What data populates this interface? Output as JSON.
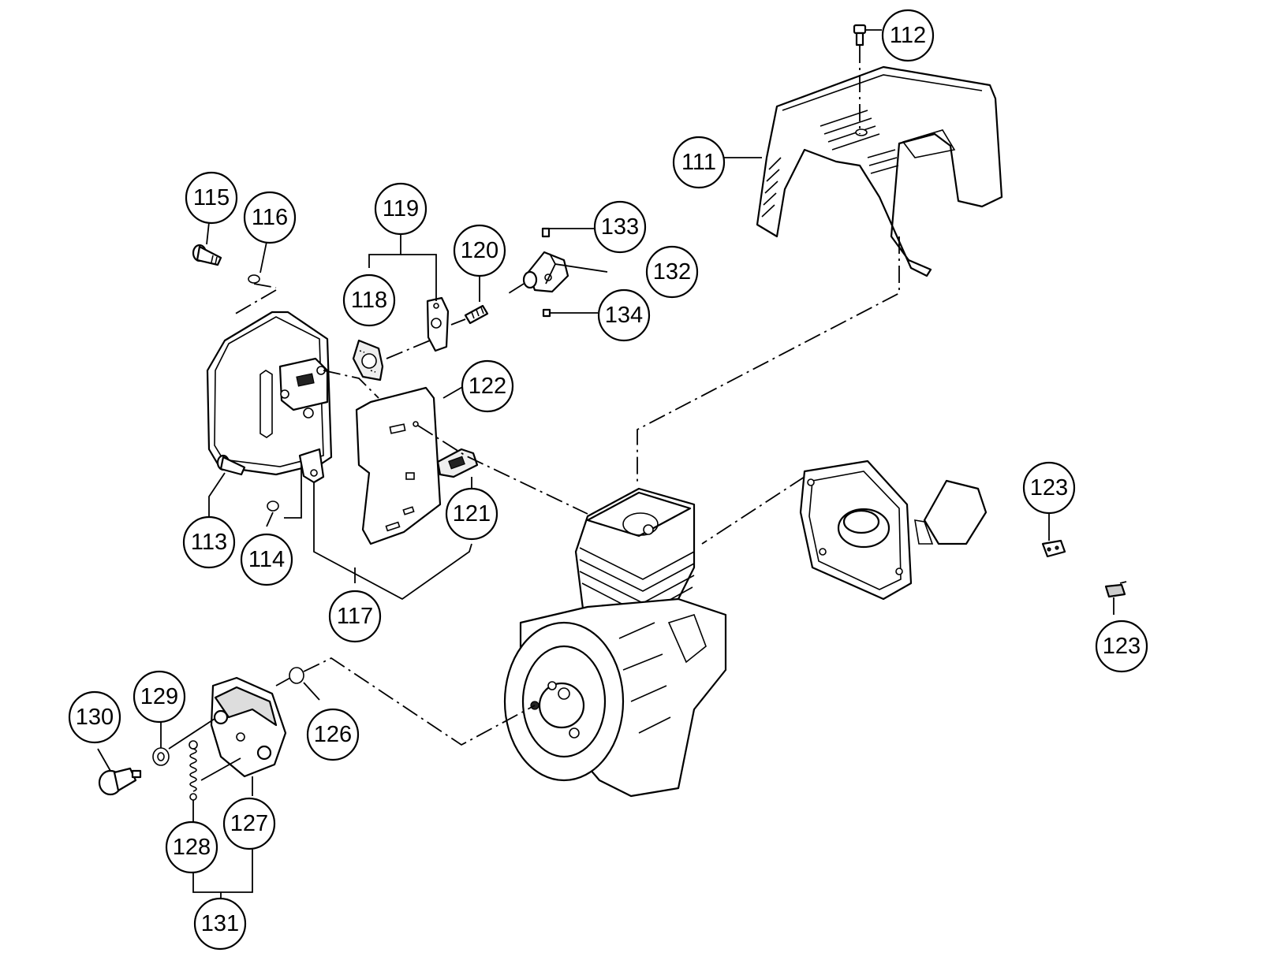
{
  "diagram": {
    "callouts": [
      {
        "id": "c111",
        "label": "111"
      },
      {
        "id": "c112",
        "label": "112"
      },
      {
        "id": "c115",
        "label": "115"
      },
      {
        "id": "c116",
        "label": "116"
      },
      {
        "id": "c119",
        "label": "119"
      },
      {
        "id": "c120",
        "label": "120"
      },
      {
        "id": "c133",
        "label": "133"
      },
      {
        "id": "c132",
        "label": "132"
      },
      {
        "id": "c134",
        "label": "134"
      },
      {
        "id": "c118",
        "label": "118"
      },
      {
        "id": "c122",
        "label": "122"
      },
      {
        "id": "c121",
        "label": "121"
      },
      {
        "id": "c113",
        "label": "113"
      },
      {
        "id": "c114",
        "label": "114"
      },
      {
        "id": "c117",
        "label": "117"
      },
      {
        "id": "c123a",
        "label": "123"
      },
      {
        "id": "c123b",
        "label": "123"
      },
      {
        "id": "c130",
        "label": "130"
      },
      {
        "id": "c129",
        "label": "129"
      },
      {
        "id": "c126",
        "label": "126"
      },
      {
        "id": "c127",
        "label": "127"
      },
      {
        "id": "c128",
        "label": "128"
      },
      {
        "id": "c131",
        "label": "131"
      }
    ]
  }
}
